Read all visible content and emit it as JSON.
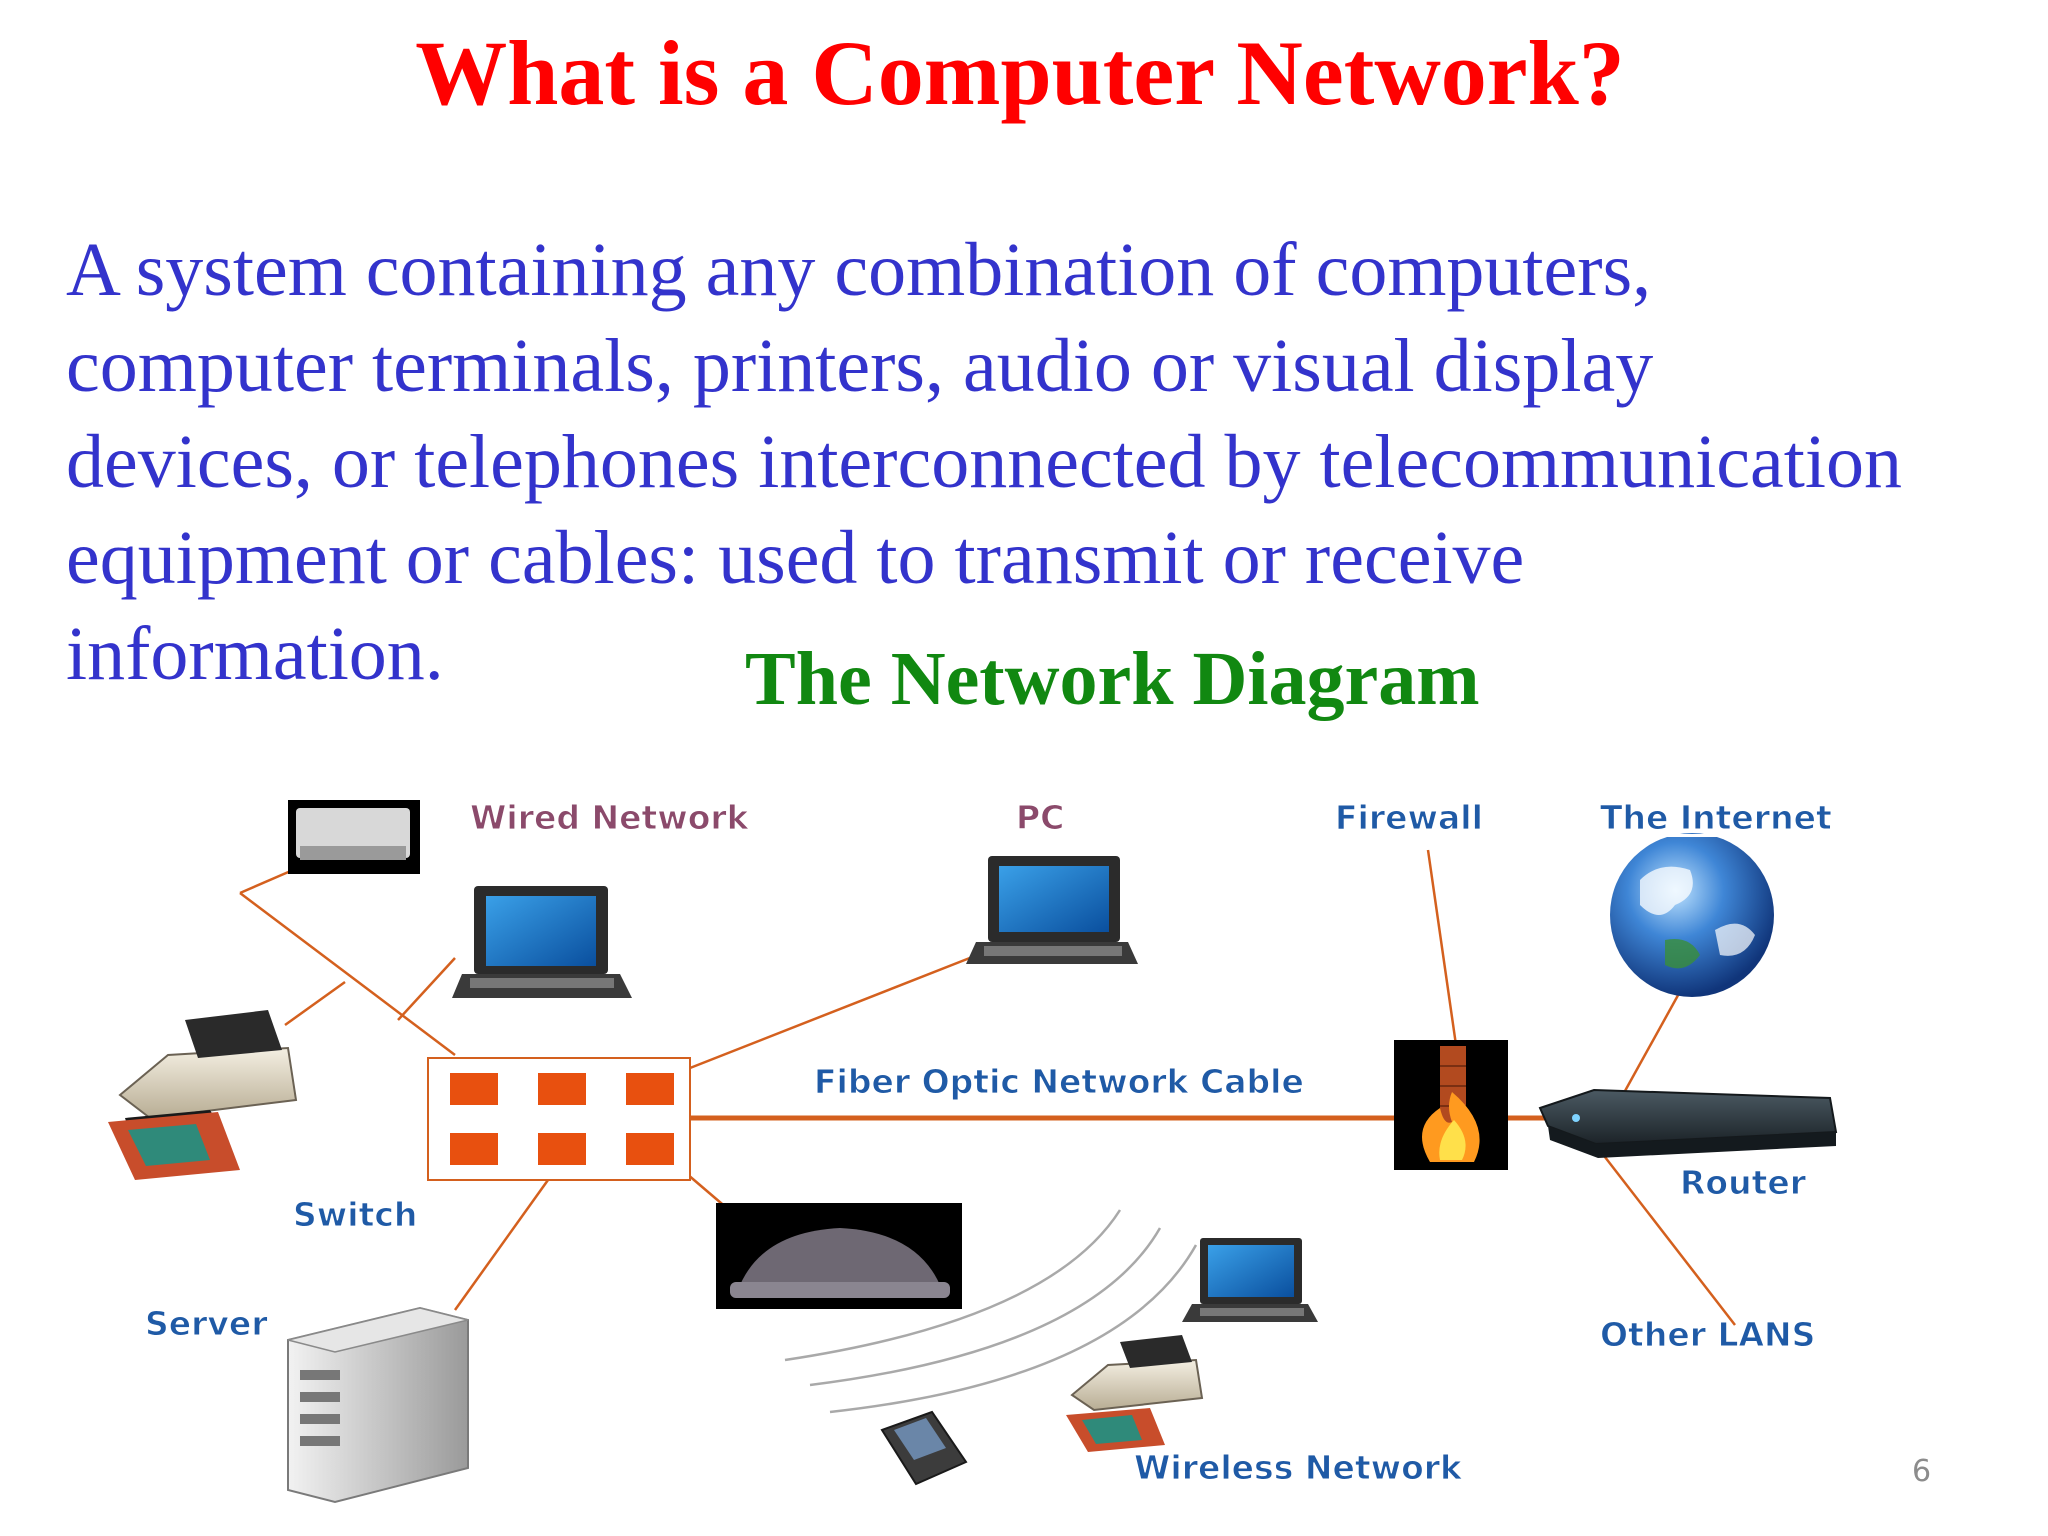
{
  "slide": {
    "title": "What is a Computer Network?",
    "body_lines": [
      "A system containing any combination of computers,",
      "computer terminals, printers, audio or visual display",
      "devices, or telephones interconnected by telecommunication",
      "equipment or cables: used to transmit or receive",
      "information."
    ],
    "diagram_heading": "The Network Diagram",
    "page_number": "6"
  },
  "diagram": {
    "labels": {
      "wired_network": "Wired Network",
      "pc": "PC",
      "firewall": "Firewall",
      "internet": "The Internet",
      "fiber_cable": "Fiber Optic Network Cable",
      "router": "Router",
      "switch": "Switch",
      "server": "Server",
      "other_lans": "Other LANS",
      "wireless_network": "Wireless Network"
    }
  },
  "colors": {
    "title": "#ff0000",
    "body_text": "#3333cc",
    "diagram_heading": "#118811",
    "label_blue": "#1f5aa6",
    "label_mauve": "#8b4a6b",
    "link_line": "#d4601e",
    "switch_port": "#e8500f"
  }
}
